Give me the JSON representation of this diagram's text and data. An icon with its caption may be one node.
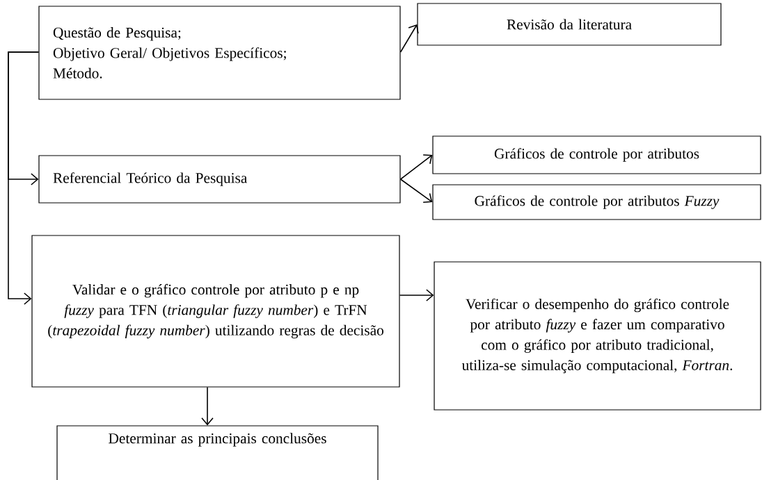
{
  "diagram": {
    "nodes": [
      {
        "text": [
          "Questão de Pesquisa;",
          "Objetivo Geral/ Objetivos Específicos;",
          "Método."
        ]
      },
      {
        "text": [
          "Revisão da literatura"
        ]
      },
      {
        "text": [
          "Referencial Teórico da Pesquisa"
        ]
      },
      {
        "text": [
          "Gráficos de controle por atributos"
        ]
      },
      {
        "text": [
          "Gráficos de controle por atributos *Fuzzy*"
        ]
      },
      {
        "text": [
          "Validar e o gráfico controle por atributo p e np *fuzzy* para TFN (*triangular fuzzy number*) e TrFN (*trapezoidal fuzzy number*) utilizando regras de decisão"
        ]
      },
      {
        "text": [
          "Verificar o desempenho do gráfico controle por atributo *fuzzy* e fazer um comparativo com o gráfico por atributo tradicional, utiliza-se simulação computacional, *Fortran*."
        ]
      },
      {
        "text": [
          "Determinar as principais conclusões"
        ]
      }
    ],
    "edges": [
      {
        "from": 0,
        "to": 1,
        "arrow": "to"
      },
      {
        "from": 0,
        "to": 2,
        "arrow": "to"
      },
      {
        "from": 0,
        "to": 5,
        "arrow": "to"
      },
      {
        "from": 2,
        "to": 3,
        "arrow": "to"
      },
      {
        "from": 2,
        "to": 4,
        "arrow": "to"
      },
      {
        "from": 5,
        "to": 6,
        "arrow": "to"
      },
      {
        "from": 5,
        "to": 7,
        "arrow": "to"
      }
    ]
  }
}
